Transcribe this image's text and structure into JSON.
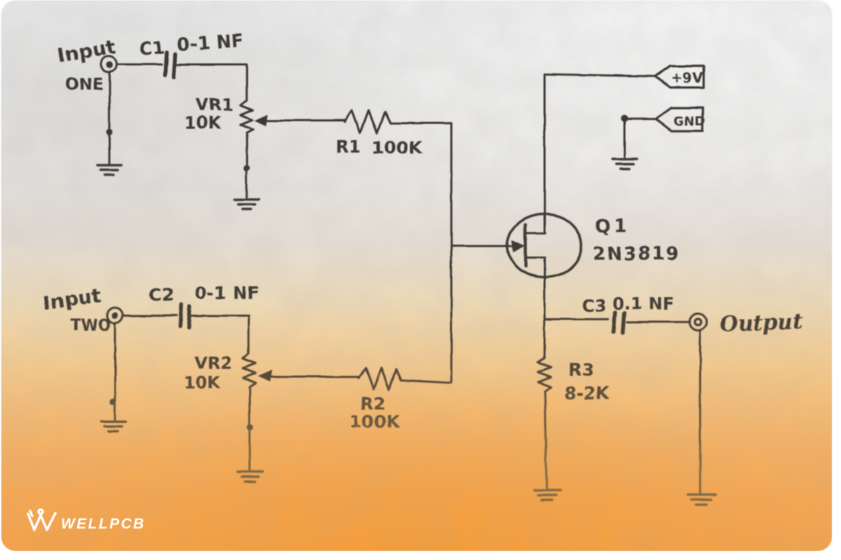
{
  "colors": {
    "page_bg": "#ffffff",
    "paper_gray": "#ebebeb",
    "gradient_orange": "#f7a348",
    "ink": "#3a3836",
    "ink_faded": "#8a7148",
    "logo": "#ffffff"
  },
  "schematic": {
    "input_one": {
      "label": "Input",
      "sublabel": "ONE"
    },
    "input_two": {
      "label": "Input",
      "sublabel": "TWO"
    },
    "c1": {
      "ref": "C1",
      "value": "0-1 NF"
    },
    "c2": {
      "ref": "C2",
      "value": "0-1 NF"
    },
    "c3": {
      "ref": "C3",
      "value": "0.1 NF"
    },
    "vr1": {
      "ref": "VR1",
      "value": "10K"
    },
    "vr2": {
      "ref": "VR2",
      "value": "10K"
    },
    "r1": {
      "ref": "R1",
      "value": "100K"
    },
    "r2": {
      "ref": "R2",
      "value": "100K"
    },
    "r3": {
      "ref": "R3",
      "value": "8-2K"
    },
    "q1": {
      "ref": "Q1",
      "value": "2N3819"
    },
    "power_flag": "+9V",
    "ground_flag": "GND",
    "output": {
      "label": "Output"
    }
  },
  "branding": {
    "logo_text": "WELLPCB"
  }
}
